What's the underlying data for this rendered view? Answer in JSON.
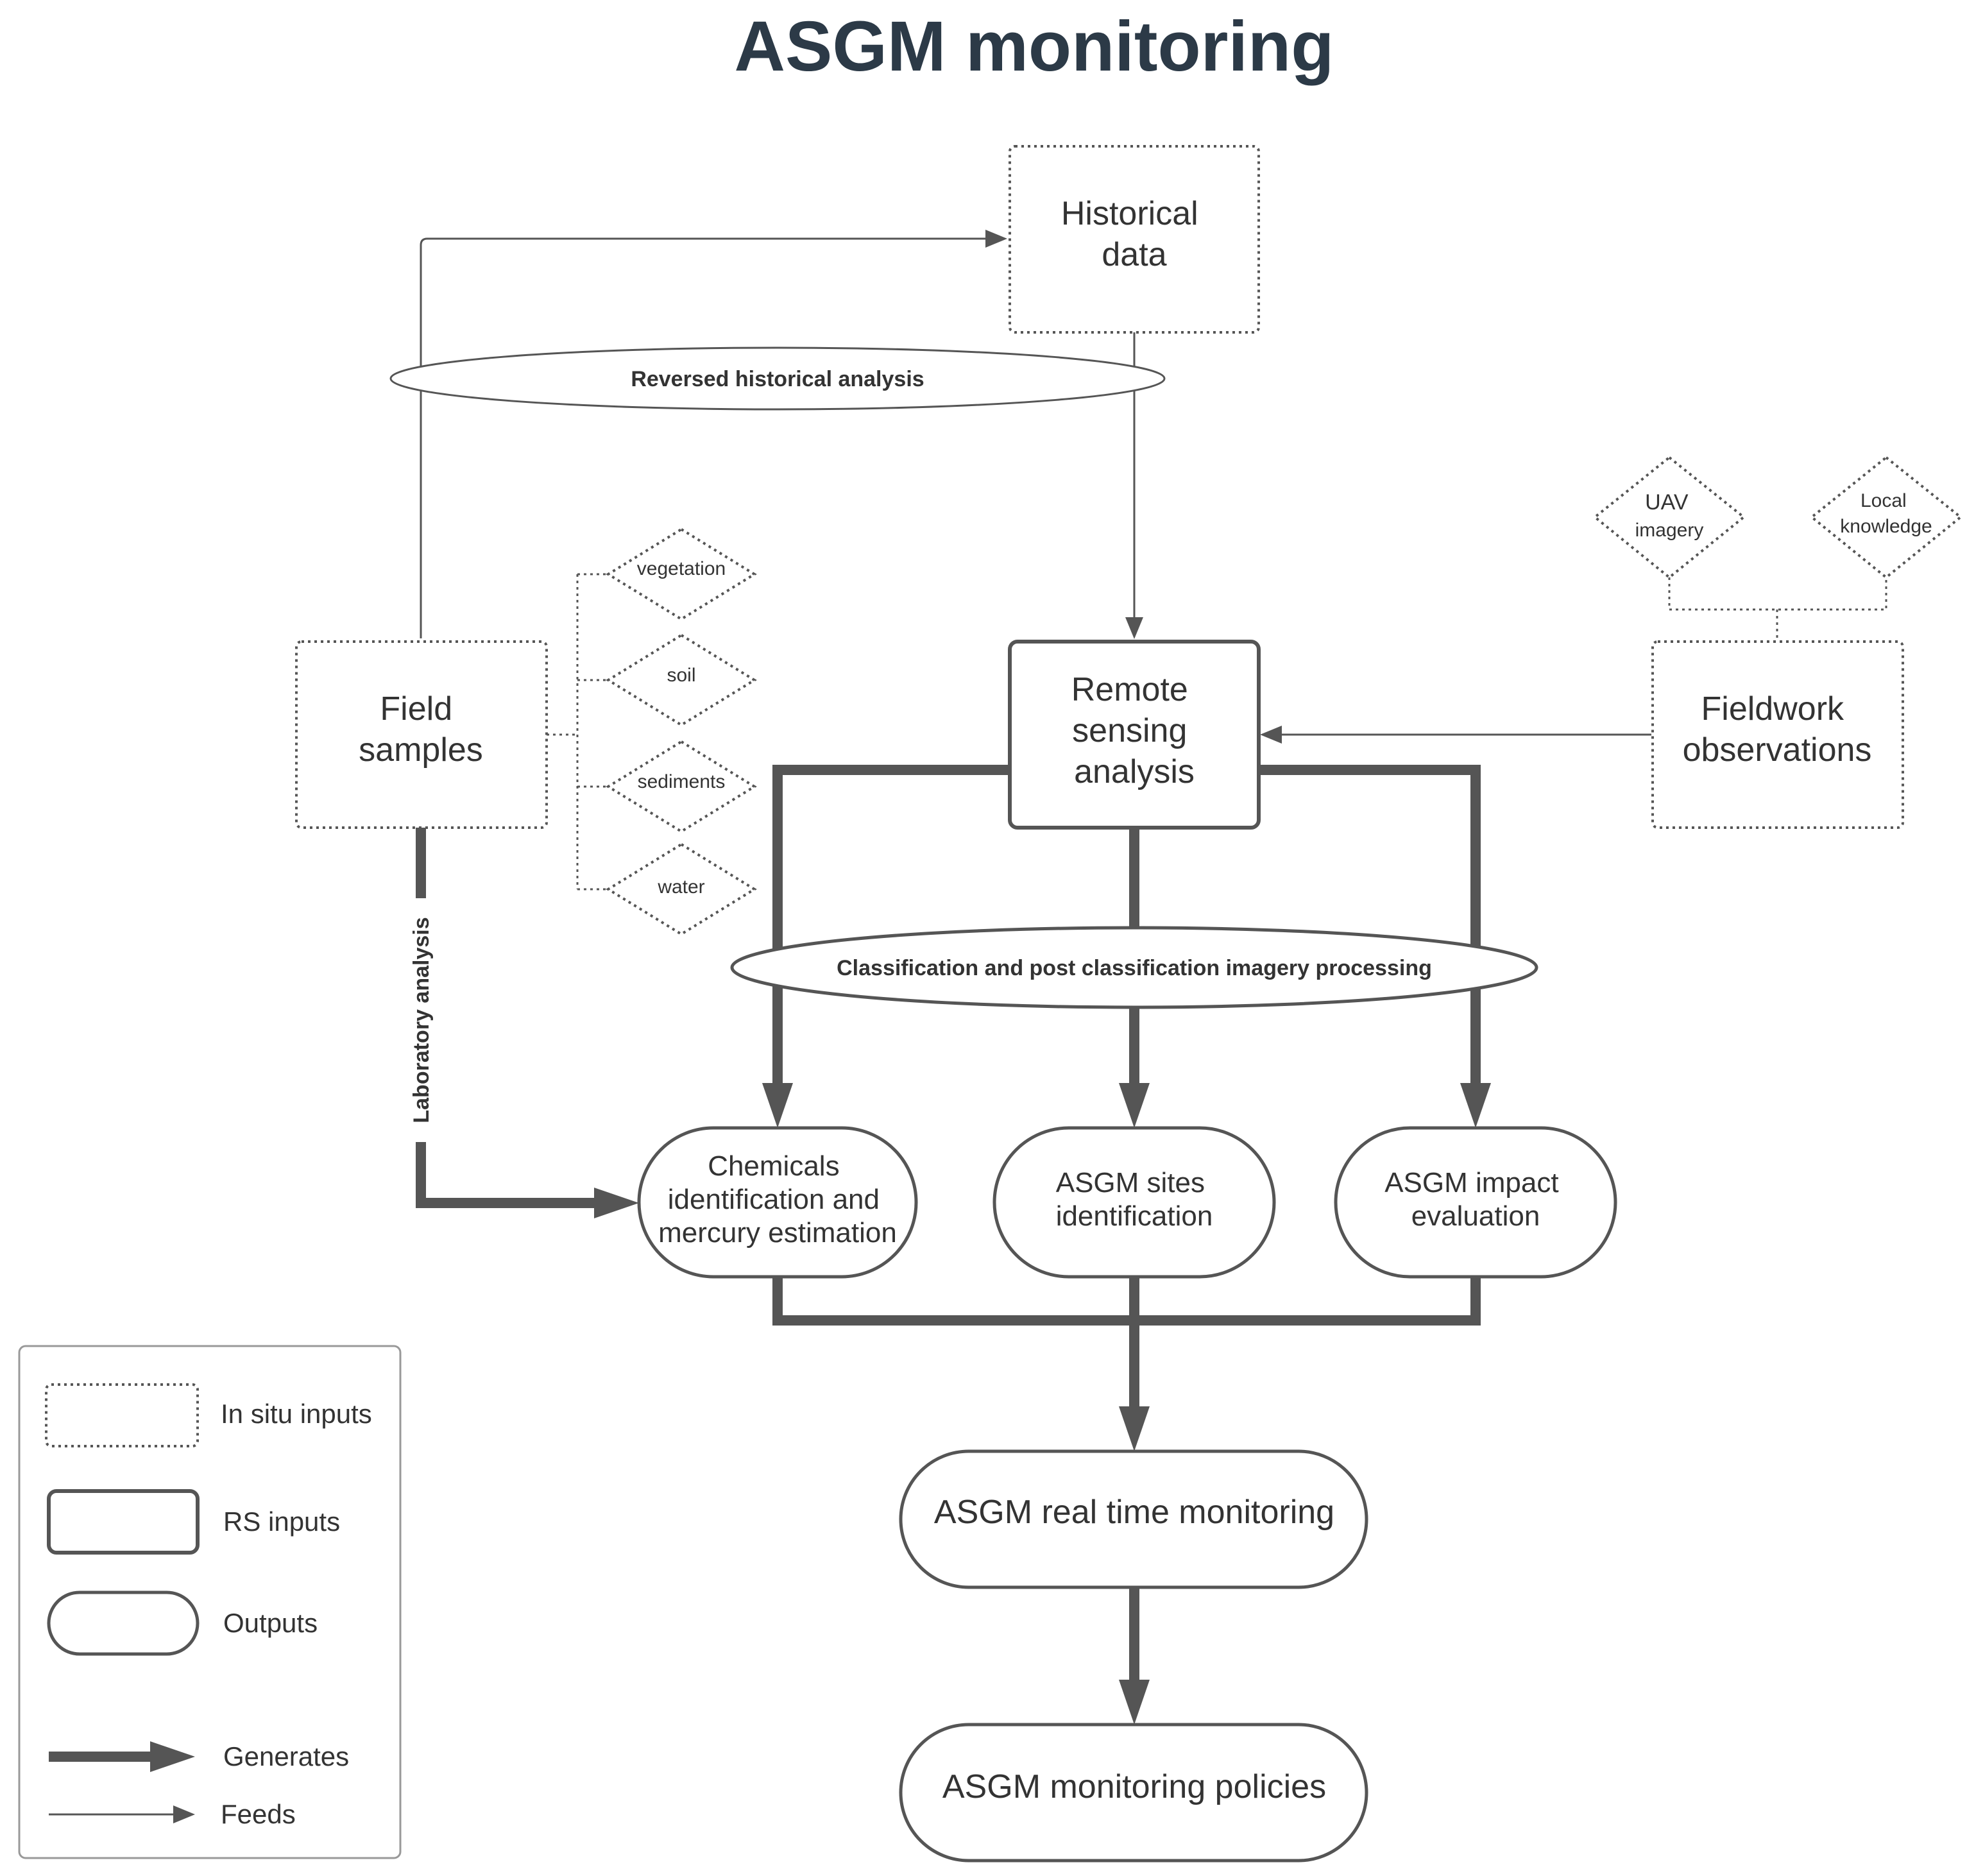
{
  "title": "ASGM monitoring",
  "colors": {
    "line": "#555555",
    "thin": "#555555",
    "title": "#2c3a47",
    "text": "#333333",
    "legend_border": "#999999"
  },
  "nodes": {
    "historical": {
      "lines": [
        "Historical",
        "data"
      ]
    },
    "field": {
      "lines": [
        "Field",
        "samples"
      ]
    },
    "remote": {
      "lines": [
        "Remote",
        "sensing",
        "analysis"
      ]
    },
    "fieldwork": {
      "lines": [
        "Fieldwork",
        "observations"
      ]
    },
    "uav": {
      "lines": [
        "UAV",
        "imagery"
      ]
    },
    "local": {
      "lines": [
        "Local",
        "knowledge"
      ]
    },
    "samples": [
      "vegetation",
      "soil",
      "sediments",
      "water"
    ],
    "chemicals": {
      "lines": [
        "Chemicals",
        "identification and",
        "mercury estimation"
      ]
    },
    "sites": {
      "lines": [
        "ASGM sites",
        "identification"
      ]
    },
    "impact": {
      "lines": [
        "ASGM impact",
        "evaluation"
      ]
    },
    "realtime": "ASGM real time monitoring",
    "policies": "ASGM monitoring policies"
  },
  "labels": {
    "reversed": "Reversed historical analysis",
    "classification": "Classification and post classification imagery processing",
    "laboratory": "Laboratory analysis"
  },
  "legend": {
    "in_situ": "In situ inputs",
    "rs": "RS inputs",
    "outputs": "Outputs",
    "generates": "Generates",
    "feeds": "Feeds"
  }
}
